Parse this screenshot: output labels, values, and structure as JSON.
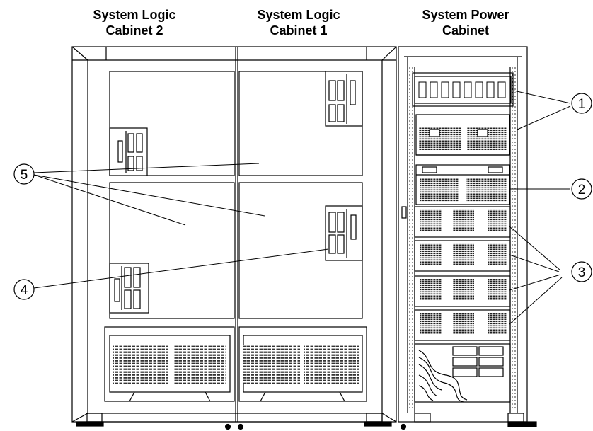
{
  "headers": {
    "cab2": {
      "line1": "System Logic",
      "line2": "Cabinet 2"
    },
    "cab1": {
      "line1": "System Logic",
      "line2": "Cabinet 1"
    },
    "power": {
      "line1": "System Power",
      "line2": "Cabinet"
    }
  },
  "callouts": {
    "c1": "1",
    "c2": "2",
    "c3": "3",
    "c4": "4",
    "c5": "5"
  },
  "colors": {
    "line": "#000000",
    "paper": "#ffffff",
    "shade": "#d9d9d9",
    "dark": "#555555"
  }
}
